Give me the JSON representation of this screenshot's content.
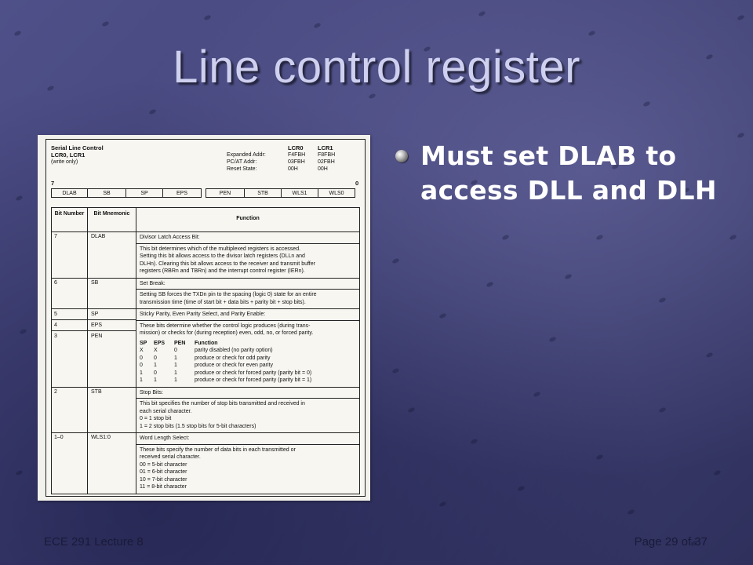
{
  "slide": {
    "title": "Line control register",
    "bullet": "Must set DLAB to access DLL and DLH",
    "footer_left": "ECE 291 Lecture 8",
    "footer_right": "Page 29 of 37"
  },
  "figure": {
    "reg_title": "Serial Line Control",
    "reg_names": "LCR0, LCR1",
    "reg_mode": "(write only)",
    "col_lcr0": "LCR0",
    "col_lcr1": "LCR1",
    "row_labels": [
      "Expanded Addr:",
      "PC/AT Addr:",
      "Reset State:"
    ],
    "lcr0_vals": [
      "F4FBH",
      "03FBH",
      "00H"
    ],
    "lcr1_vals": [
      "F8FBH",
      "02FBH",
      "00H"
    ],
    "bit_hi": "7",
    "bit_lo": "0",
    "bits": [
      "DLAB",
      "SB",
      "SP",
      "EPS",
      "PEN",
      "STB",
      "WLS1",
      "WLS0"
    ],
    "table_header": {
      "bit": "Bit Number",
      "mnemonic": "Bit Mnemonic",
      "function": "Function"
    },
    "rows": [
      {
        "bit": "7",
        "mnemonic": "DLAB",
        "heading": "Divisor Latch Access Bit:",
        "lines": [
          "This bit determines which of the multiplexed registers is accessed.",
          "Setting this bit allows access to the divisor latch registers (DLLn and",
          "DLHn). Clearing this bit allows access to the receiver and transmit buffer",
          "registers (RBRn and TBRn) and the interrupt control register (IERn)."
        ]
      },
      {
        "bit": "6",
        "mnemonic": "SB",
        "heading": "Set Break:",
        "lines": [
          "Setting SB forces the TXDn pin to the spacing (logic 0) state for an entire",
          "transmission time (time of start bit + data bits + parity bit + stop bits)."
        ]
      },
      {
        "bits": [
          "5",
          "4",
          "3"
        ],
        "mnemonics": [
          "SP",
          "EPS",
          "PEN"
        ],
        "heading": "Sticky Parity, Even Parity Select, and Parity Enable:",
        "lines": [
          "These bits determine whether the control logic produces (during trans-",
          "mission) or checks for (during reception) even, odd, no, or forced parity."
        ],
        "parity_header": [
          "SP",
          "EPS",
          "PEN",
          "Function"
        ],
        "parity_rows": [
          [
            "X",
            "X",
            "0",
            "parity disabled (no parity option)"
          ],
          [
            "0",
            "0",
            "1",
            "produce or check for odd parity"
          ],
          [
            "0",
            "1",
            "1",
            "produce or check for even parity"
          ],
          [
            "1",
            "0",
            "1",
            "produce or check for forced parity (parity bit = 0)"
          ],
          [
            "1",
            "1",
            "1",
            "produce or check for forced parity (parity bit = 1)"
          ]
        ]
      },
      {
        "bit": "2",
        "mnemonic": "STB",
        "heading": "Stop Bits:",
        "lines": [
          "This bit specifies the number of stop bits transmitted and received in",
          "each serial character.",
          "0 = 1 stop bit",
          "1 = 2 stop bits (1.5 stop bits for 5-bit characters)"
        ]
      },
      {
        "bit": "1–0",
        "mnemonic": "WLS1:0",
        "heading": "Word Length Select:",
        "lines": [
          "These bits specify the number of data bits in each transmitted or",
          "received serial character.",
          "00 = 5-bit character",
          "01 = 6-bit character",
          "10 = 7-bit character",
          "11 = 8-bit character"
        ]
      }
    ]
  }
}
